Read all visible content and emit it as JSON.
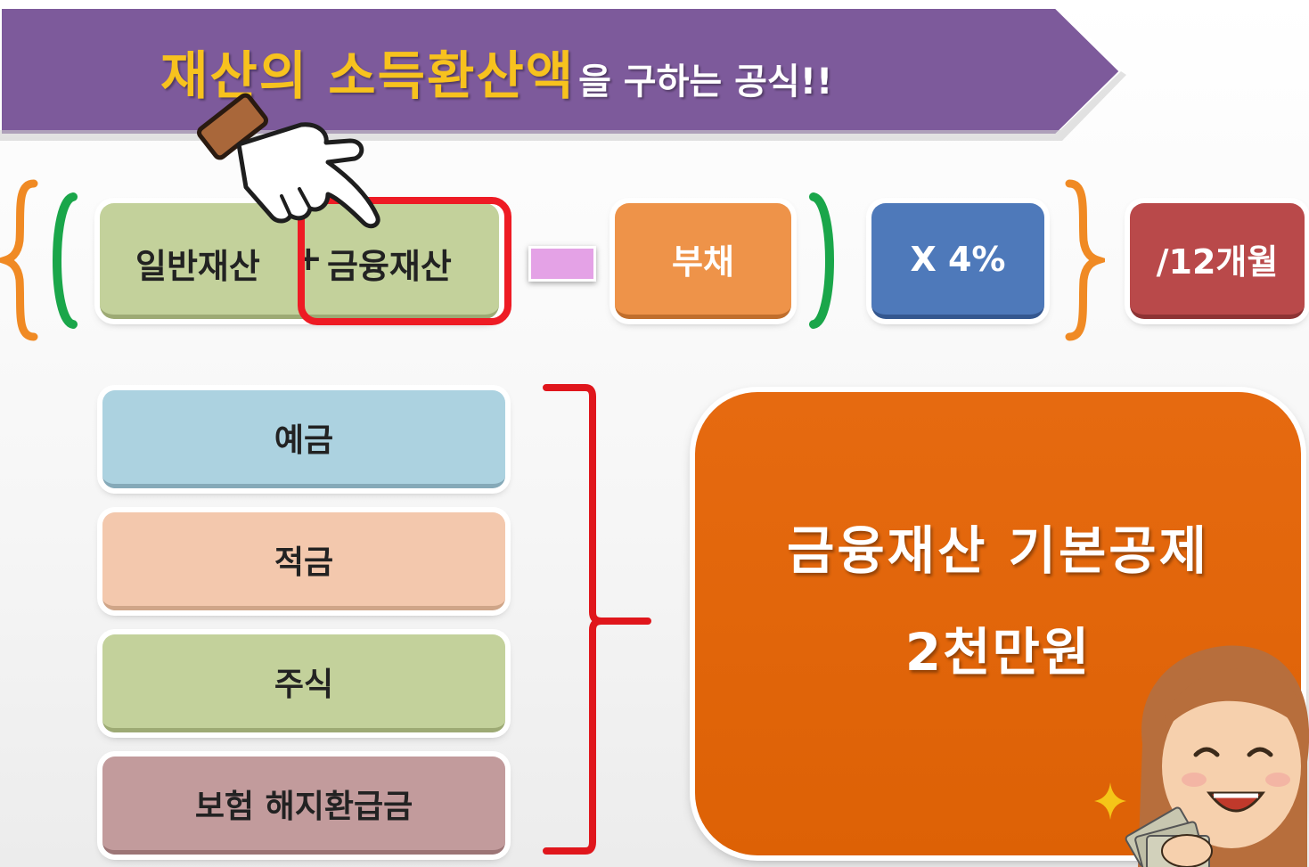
{
  "title": {
    "main": "재산의 소득환산액",
    "sub": "을 구하는 공식!!"
  },
  "formula": {
    "general_asset": "일반재산",
    "plus": "+",
    "financial_asset": "금융재산",
    "debt": "부채",
    "rate": "X 4%",
    "months": "/12개월"
  },
  "financial_items": [
    "예금",
    "적금",
    "주식",
    "보험 해지환급금"
  ],
  "deduction": {
    "line1": "금융재산 기본공제",
    "line2": "2천만원"
  },
  "colors": {
    "banner": "#7d5a9b",
    "title_highlight": "#f7c21e",
    "general_box": "#c3d19b",
    "highlight_border": "#ee1b24",
    "minus": "#e4a2e6",
    "debt_box": "#ee9349",
    "rate_box": "#4e79ba",
    "months_box": "#b9494a",
    "deduction_box": "#e66a10",
    "brace_orange": "#f08a24",
    "bracket_green": "#1aa64a",
    "bracket_red": "#e0161c"
  },
  "icons": [
    "pointing-hand-icon",
    "smiling-woman-with-money-icon",
    "sparkle-icon"
  ]
}
